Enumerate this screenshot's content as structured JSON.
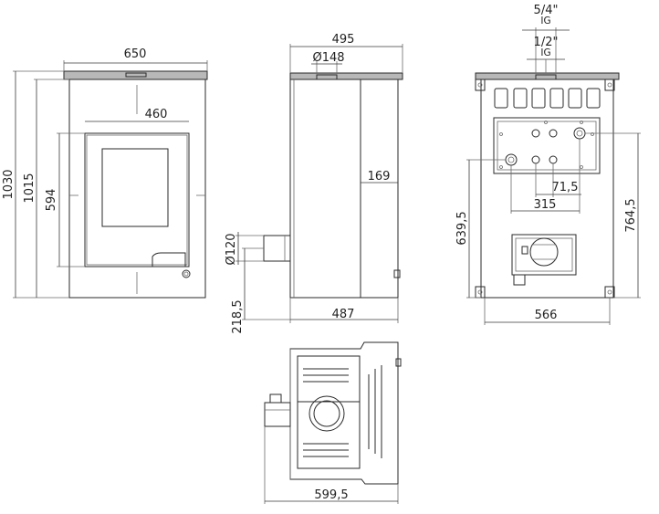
{
  "front_view": {
    "width": "650",
    "height_total": "1030",
    "height_body": "1015",
    "door_width": "460",
    "door_height": "594"
  },
  "side_view": {
    "depth_top": "495",
    "flue_diameter": "Ø148",
    "offset": "169",
    "air_inlet_diameter": "Ø120",
    "inlet_height": "218,5",
    "depth_bottom": "487"
  },
  "rear_view": {
    "pipe_top_size": "5/4\"",
    "pipe_top_thread": "IG",
    "pipe_small_size": "1/2\"",
    "pipe_small_thread": "IG",
    "spacing_a": "71,5",
    "spacing_b": "315",
    "height_left": "639,5",
    "height_right": "764,5",
    "width": "566"
  },
  "top_view": {
    "depth": "599,5"
  }
}
